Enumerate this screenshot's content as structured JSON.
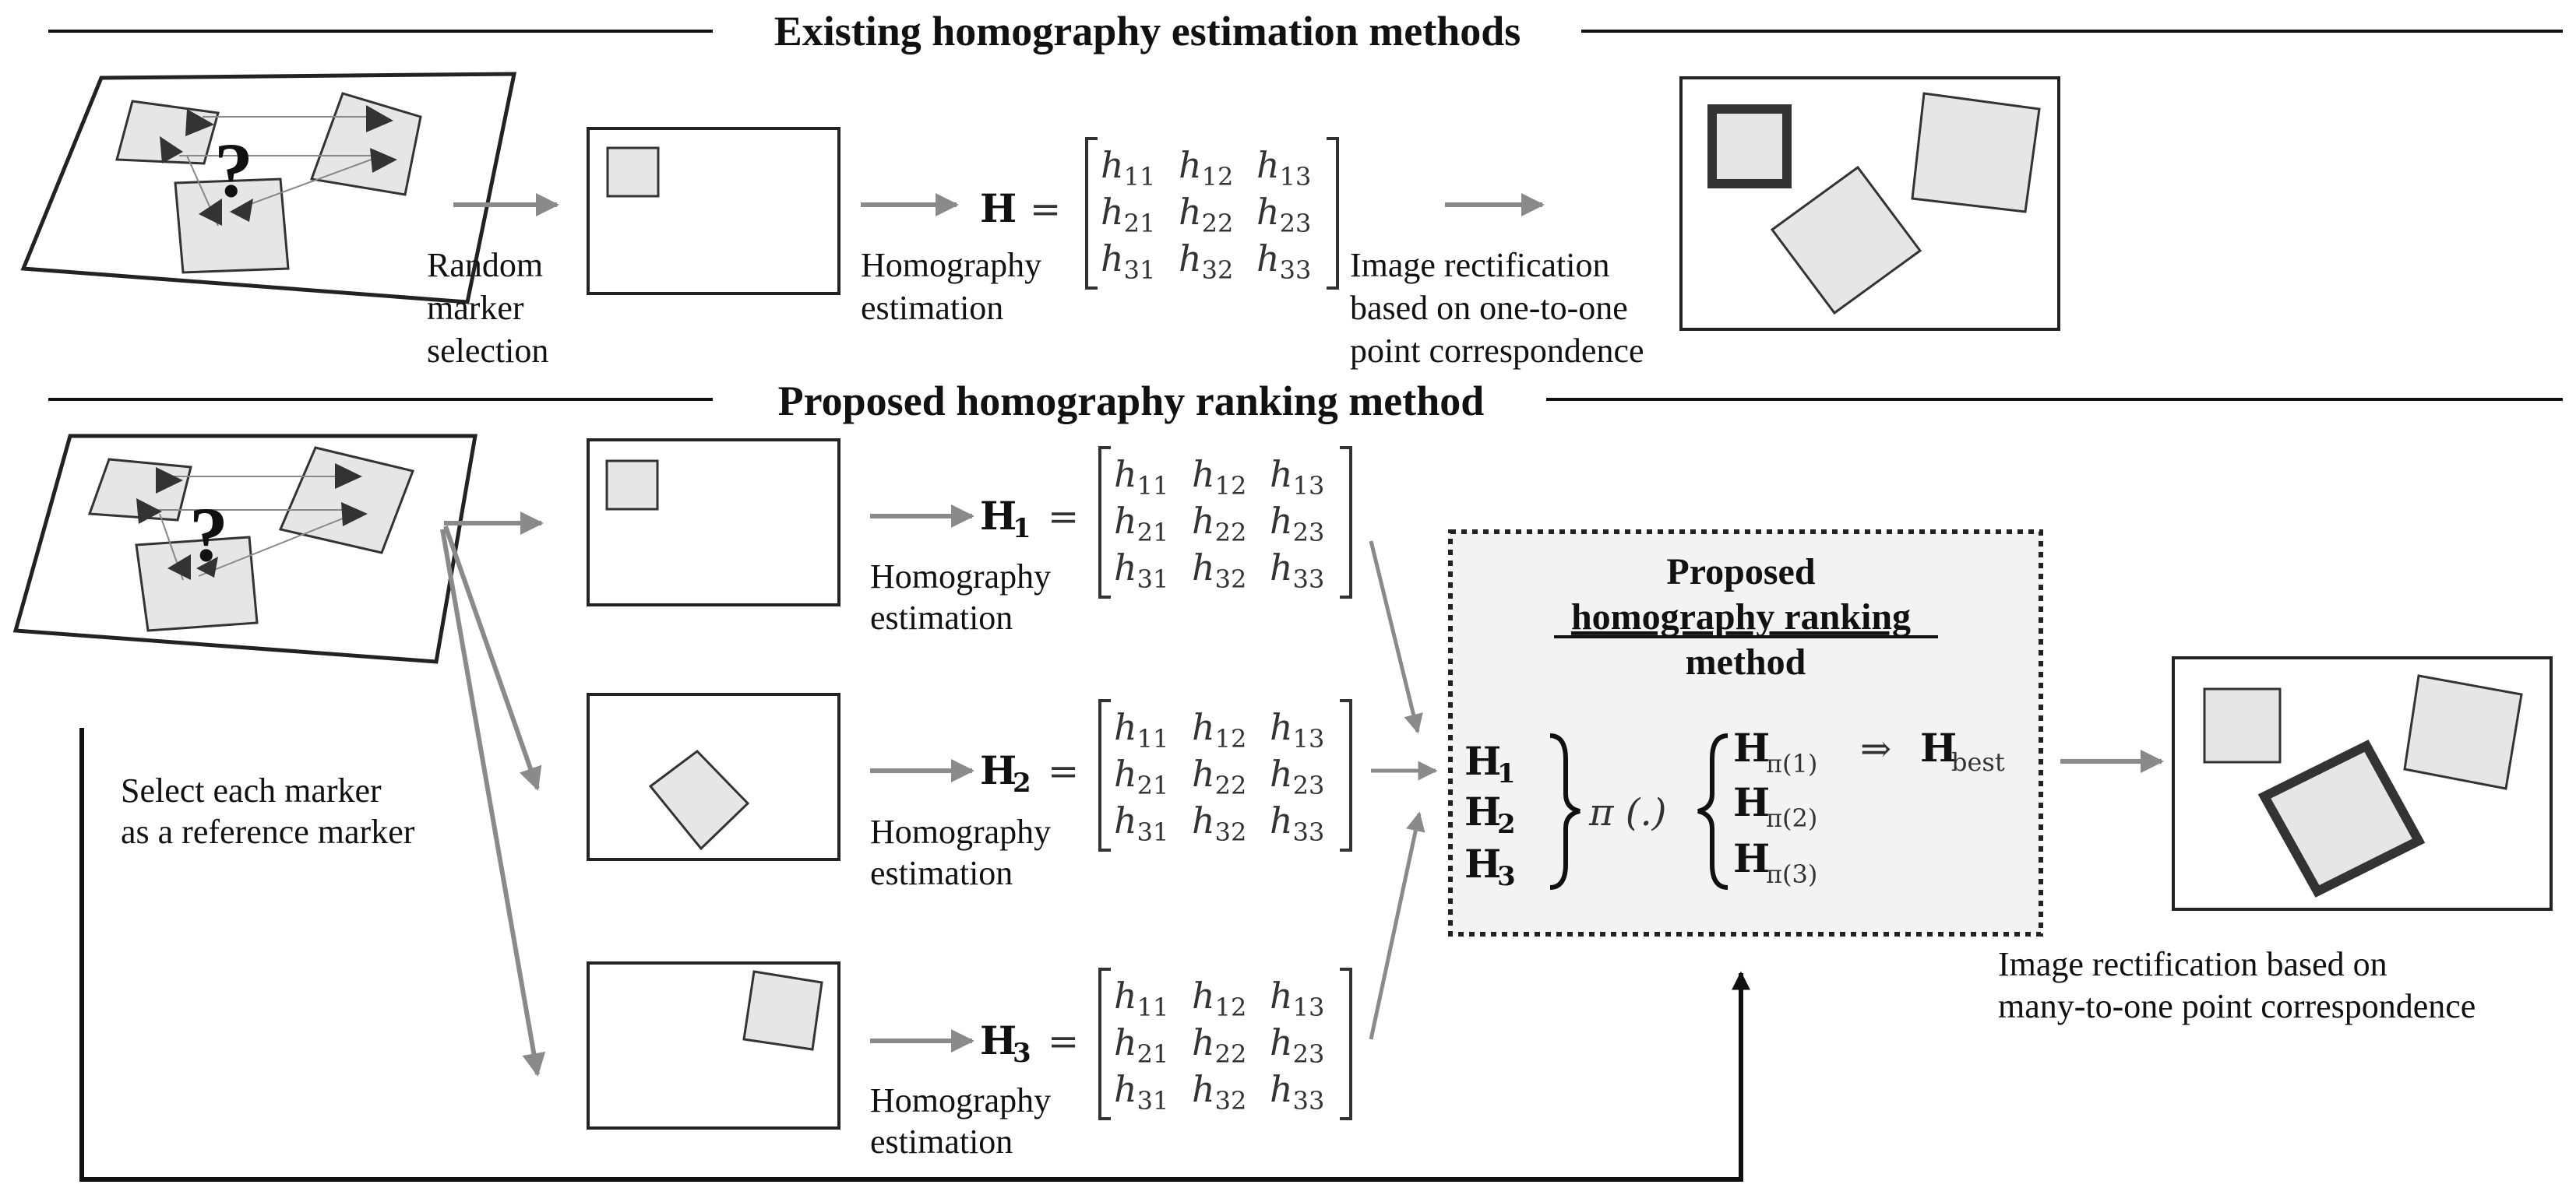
{
  "sections": {
    "top_title": "Existing homography estimation methods",
    "bottom_title": "Proposed homography ranking method"
  },
  "top": {
    "step1_label": [
      "Random",
      "marker",
      "selection"
    ],
    "step2_label": [
      "Homography",
      "estimation"
    ],
    "matrix_symbol": "H",
    "step3_label": [
      "Image rectification",
      "based on one-to-one",
      "point correspondence"
    ]
  },
  "matrix": {
    "rows": [
      [
        "h11",
        "h12",
        "h13"
      ],
      [
        "h21",
        "h22",
        "h23"
      ],
      [
        "h31",
        "h32",
        "h33"
      ]
    ]
  },
  "bottom": {
    "select_label": [
      "Select each marker",
      "as a reference marker"
    ],
    "estimates": [
      {
        "symbol": "H",
        "sub": "1",
        "label": [
          "Homography",
          "estimation"
        ]
      },
      {
        "symbol": "H",
        "sub": "2",
        "label": [
          "Homography",
          "estimation"
        ]
      },
      {
        "symbol": "H",
        "sub": "3",
        "label": [
          "Homography",
          "estimation"
        ]
      }
    ],
    "ranking_box": {
      "title_line1": "Proposed",
      "title_line2": "homography ranking",
      "title_line3": "method",
      "inputs": [
        {
          "sym": "H",
          "sub": "1"
        },
        {
          "sym": "H",
          "sub": "2"
        },
        {
          "sym": "H",
          "sub": "3"
        }
      ],
      "perm_op": "π (.)",
      "outputs": [
        {
          "sym": "H",
          "sub": "π(1)"
        },
        {
          "sym": "H",
          "sub": "π(2)"
        },
        {
          "sym": "H",
          "sub": "π(3)"
        }
      ],
      "implies": "⇒",
      "best_symbol": "H",
      "best_sub": "best"
    },
    "result_label": [
      "Image rectification based on",
      "many-to-one point correspondence"
    ]
  }
}
